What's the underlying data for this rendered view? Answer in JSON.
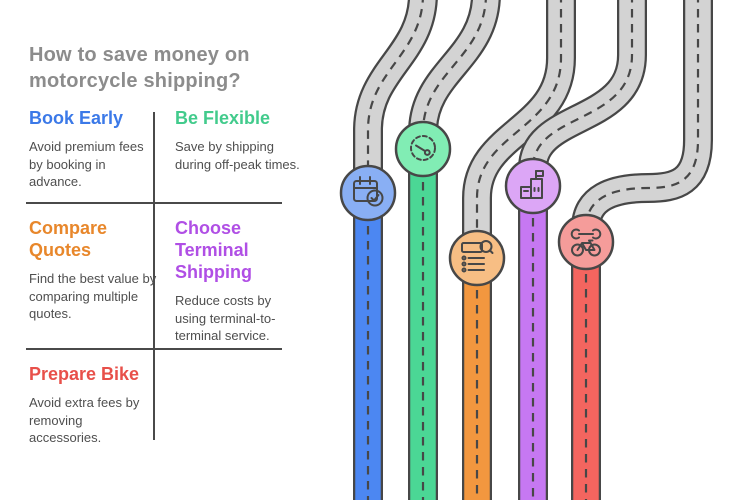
{
  "title": {
    "line1": "How to save money on",
    "line2": "motorcycle shipping?",
    "color": "#8C8C8C"
  },
  "divider_color": "#4A4A4A",
  "roadway": {
    "gray_fill": "#D3D3D3",
    "outline": "#474747",
    "dash_color": "#474747"
  },
  "tips": [
    {
      "heading": "Book Early",
      "body": "Avoid premium fees by booking in advance.",
      "heading_color": "#3B79E8",
      "road_color": "#4C87F2",
      "badge_fill": "#89AFF4",
      "icon": "calendar-check-icon"
    },
    {
      "heading": "Be Flexible",
      "body": "Save by shipping during off-peak times.",
      "heading_color": "#42CB8C",
      "road_color": "#4BD795",
      "badge_fill": "#81EDB4",
      "icon": "clock-icon"
    },
    {
      "heading": "Compare Quotes",
      "body": "Find the best value by comparing multiple quotes.",
      "heading_color": "#E8872B",
      "road_color": "#F2973F",
      "badge_fill": "#F7BE84",
      "icon": "quotes-search-icon"
    },
    {
      "heading": "Choose Terminal Shipping",
      "body": "Reduce costs by using terminal-to-terminal service.",
      "heading_color": "#B04FE5",
      "road_color": "#C678F2",
      "badge_fill": "#DCA6F6",
      "icon": "terminal-building-icon"
    },
    {
      "heading": "Prepare Bike",
      "body": "Avoid extra fees by removing accessories.",
      "heading_color": "#E8504A",
      "road_color": "#F4655F",
      "badge_fill": "#F59C9A",
      "icon": "bike-wrench-icon"
    }
  ]
}
